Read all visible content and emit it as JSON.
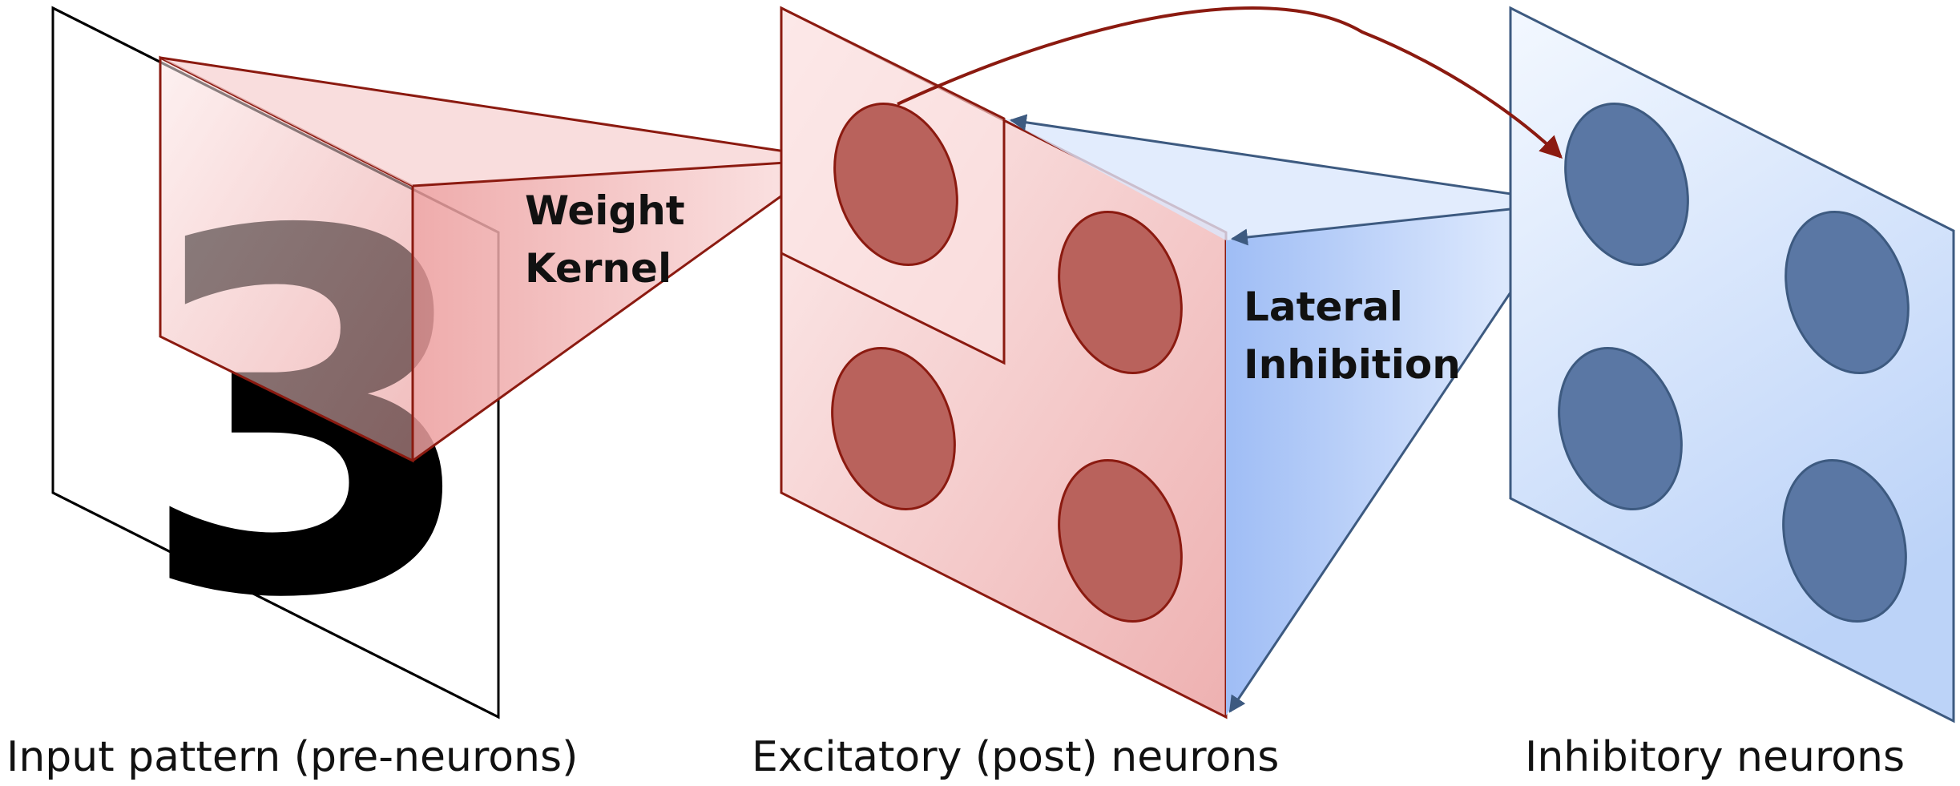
{
  "input_layer": {
    "digit": "3",
    "caption": "Input pattern (pre-neurons)"
  },
  "weight_kernel": {
    "line1": "Weight",
    "line2": "Kernel"
  },
  "excitatory_layer": {
    "caption": "Excitatory (post) neurons",
    "neuron_count": 4
  },
  "lateral_inhibition": {
    "line1": "Lateral",
    "line2": "Inhibition"
  },
  "inhibitory_layer": {
    "caption": "Inhibitory neurons",
    "neuron_count": 4
  },
  "colors": {
    "red_stroke": "#8b1a10",
    "red_neuron": "#b9625c",
    "red_fill": "#f3c4c4",
    "blue_stroke": "#3d5a80",
    "blue_neuron": "#5a77a4",
    "blue_fill": "#c9dbfb",
    "text": "#111111"
  }
}
